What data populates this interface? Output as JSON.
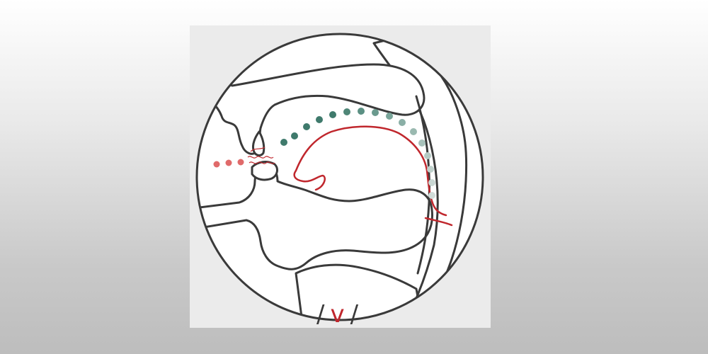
{
  "diagram": {
    "phoneme": {
      "open_slash": "/",
      "symbol": "v",
      "close_slash": "/"
    },
    "colors": {
      "page_bg_top": "#ffffff",
      "page_bg_bottom": "#bdbdbd",
      "panel_bg": "#ebebeb",
      "outline": "#3a3a3a",
      "fill": "#ffffff",
      "articulation_red": "#c0272d",
      "airflow_teal": "#3f7a6c",
      "airflow_red": "#e06a6a"
    },
    "icons": {
      "articulation": "mouth-cross-section",
      "airflow": "airflow-dots",
      "vibration": "friction-noise"
    }
  }
}
